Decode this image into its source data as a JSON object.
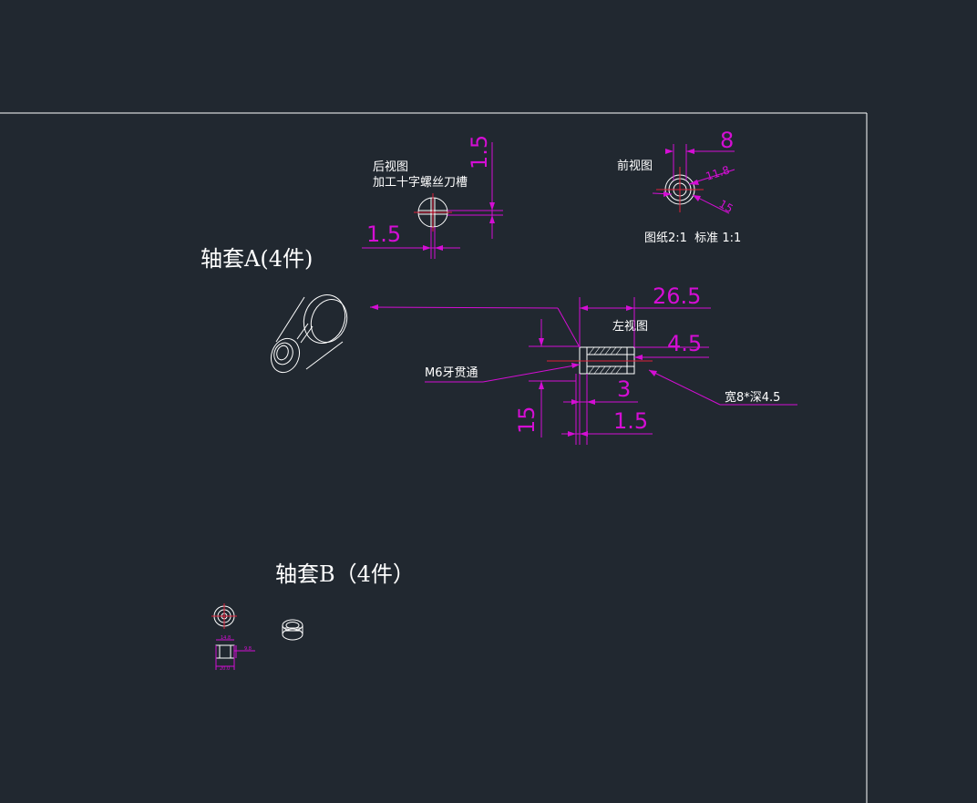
{
  "colors": {
    "background": "#212830",
    "dimension": "#d40ed4",
    "outline": "#ffffff",
    "centerline": "#e0203a"
  },
  "titles": {
    "sleeve_a": "轴套A(4件)",
    "sleeve_b": "轴套B（4件）"
  },
  "rear_view": {
    "label": "后视图",
    "note": "加工十字螺丝刀槽",
    "dim_slot_depth": "1.5",
    "dim_slot_width": "1.5"
  },
  "front_view": {
    "label": "前视图",
    "dim_width": "8",
    "dim_inner": "11.8",
    "dim_outer": "15",
    "scale_note": "图纸2:1  标准 1:1"
  },
  "left_view": {
    "label": "左视图",
    "dim_length": "26.5",
    "dim_slot": "4.5",
    "dim_flange": "3",
    "dim_step": "1.5",
    "dim_diameter": "15",
    "thread_note": "M6牙贯通",
    "slot_note": "宽8*深4.5"
  },
  "mini_b": {
    "d1": "14.8",
    "d2": "9.8",
    "d3": "20.0"
  }
}
